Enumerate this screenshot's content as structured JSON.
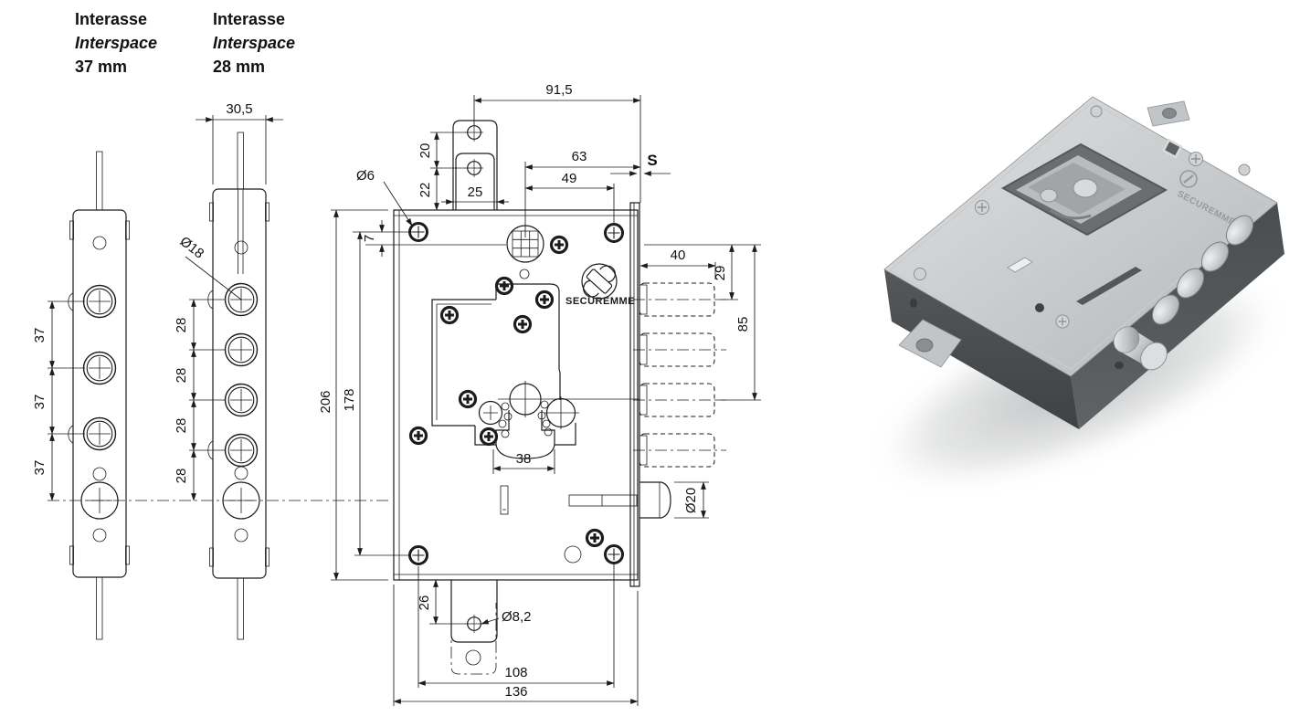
{
  "header": {
    "col1": {
      "title": "Interasse",
      "subtitle": "Interspace",
      "value": "37 mm"
    },
    "col2": {
      "title": "Interasse",
      "subtitle": "Interspace",
      "value": "28 mm"
    }
  },
  "brand": {
    "name": "SECUREMME"
  },
  "dims": {
    "w915": "91,5",
    "h20": "20",
    "h22": "22",
    "w25": "25",
    "w63": "63",
    "w49": "49",
    "s": "S",
    "d6": "Ø6",
    "h7": "7",
    "h206": "206",
    "h178": "178",
    "w40": "40",
    "h29": "29",
    "h85": "85",
    "w38": "38",
    "d20": "Ø20",
    "h26": "26",
    "d82": "Ø8,2",
    "w108": "108",
    "w136": "136",
    "w305": "30,5",
    "d18": "Ø18",
    "sp37": [
      "37",
      "37",
      "37"
    ],
    "sp28": [
      "28",
      "28",
      "28",
      "28"
    ]
  }
}
